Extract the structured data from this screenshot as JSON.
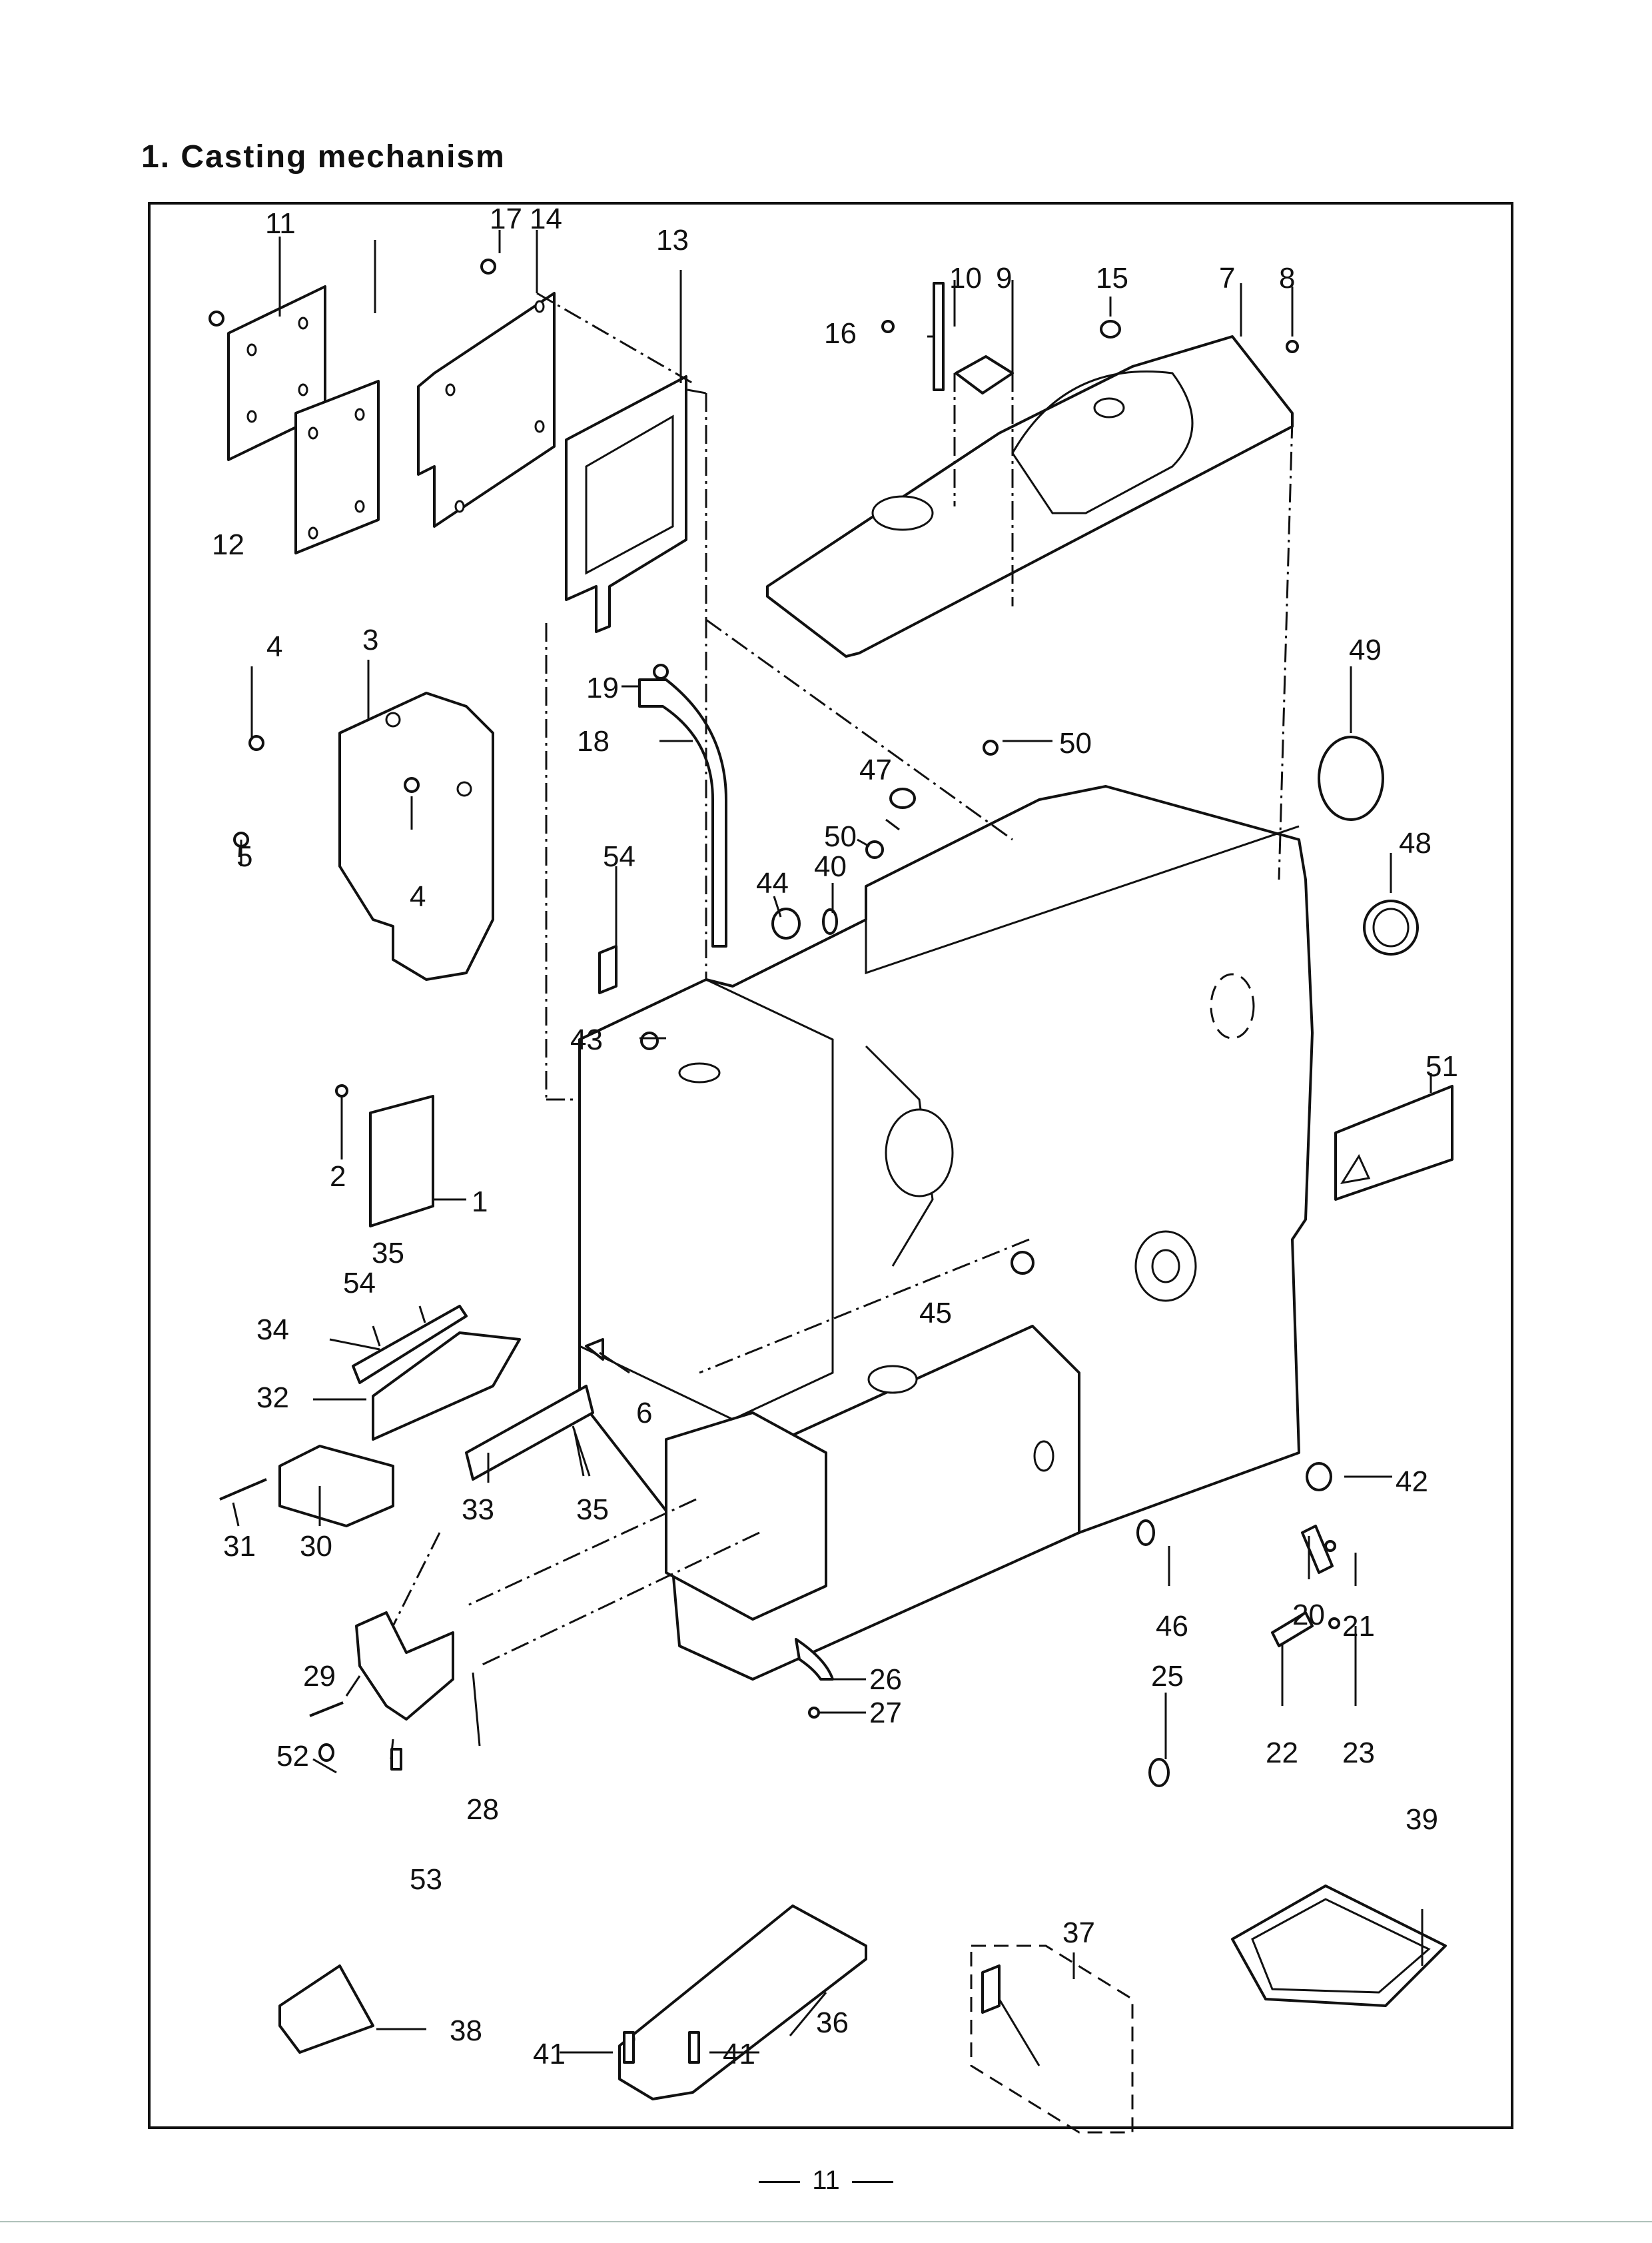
{
  "page": {
    "title": "1. Casting mechanism",
    "page_number": "11",
    "line_color": "#111111",
    "background": "#ffffff"
  },
  "diagram": {
    "subject": "Casting mechanism exploded view",
    "callouts": [
      {
        "id": "c1",
        "label": "1"
      },
      {
        "id": "c2",
        "label": "2"
      },
      {
        "id": "c3",
        "label": "3"
      },
      {
        "id": "c4a",
        "label": "4"
      },
      {
        "id": "c4b",
        "label": "4"
      },
      {
        "id": "c5",
        "label": "5"
      },
      {
        "id": "c6",
        "label": "6"
      },
      {
        "id": "c7",
        "label": "7"
      },
      {
        "id": "c8",
        "label": "8"
      },
      {
        "id": "c9",
        "label": "9"
      },
      {
        "id": "c10",
        "label": "10"
      },
      {
        "id": "c11",
        "label": "11"
      },
      {
        "id": "c12",
        "label": "12"
      },
      {
        "id": "c13",
        "label": "13"
      },
      {
        "id": "c14",
        "label": "14"
      },
      {
        "id": "c15",
        "label": "15"
      },
      {
        "id": "c16",
        "label": "16"
      },
      {
        "id": "c17",
        "label": "17"
      },
      {
        "id": "c18",
        "label": "18"
      },
      {
        "id": "c19",
        "label": "19"
      },
      {
        "id": "c20",
        "label": "20"
      },
      {
        "id": "c21",
        "label": "21"
      },
      {
        "id": "c22",
        "label": "22"
      },
      {
        "id": "c23",
        "label": "23"
      },
      {
        "id": "c25",
        "label": "25"
      },
      {
        "id": "c26",
        "label": "26"
      },
      {
        "id": "c27",
        "label": "27"
      },
      {
        "id": "c28",
        "label": "28"
      },
      {
        "id": "c29",
        "label": "29"
      },
      {
        "id": "c30",
        "label": "30"
      },
      {
        "id": "c31",
        "label": "31"
      },
      {
        "id": "c32",
        "label": "32"
      },
      {
        "id": "c33",
        "label": "33"
      },
      {
        "id": "c34",
        "label": "34"
      },
      {
        "id": "c35a",
        "label": "35"
      },
      {
        "id": "c35b",
        "label": "35"
      },
      {
        "id": "c36",
        "label": "36"
      },
      {
        "id": "c37",
        "label": "37"
      },
      {
        "id": "c38",
        "label": "38"
      },
      {
        "id": "c39",
        "label": "39"
      },
      {
        "id": "c40",
        "label": "40"
      },
      {
        "id": "c41a",
        "label": "41"
      },
      {
        "id": "c41b",
        "label": "41"
      },
      {
        "id": "c42",
        "label": "42"
      },
      {
        "id": "c43",
        "label": "43"
      },
      {
        "id": "c44",
        "label": "44"
      },
      {
        "id": "c45",
        "label": "45"
      },
      {
        "id": "c46",
        "label": "46"
      },
      {
        "id": "c47",
        "label": "47"
      },
      {
        "id": "c48",
        "label": "48"
      },
      {
        "id": "c49",
        "label": "49"
      },
      {
        "id": "c50a",
        "label": "50"
      },
      {
        "id": "c50b",
        "label": "50"
      },
      {
        "id": "c51",
        "label": "51"
      },
      {
        "id": "c52",
        "label": "52"
      },
      {
        "id": "c53",
        "label": "53"
      },
      {
        "id": "c54a",
        "label": "54"
      },
      {
        "id": "c54b",
        "label": "54"
      }
    ]
  }
}
